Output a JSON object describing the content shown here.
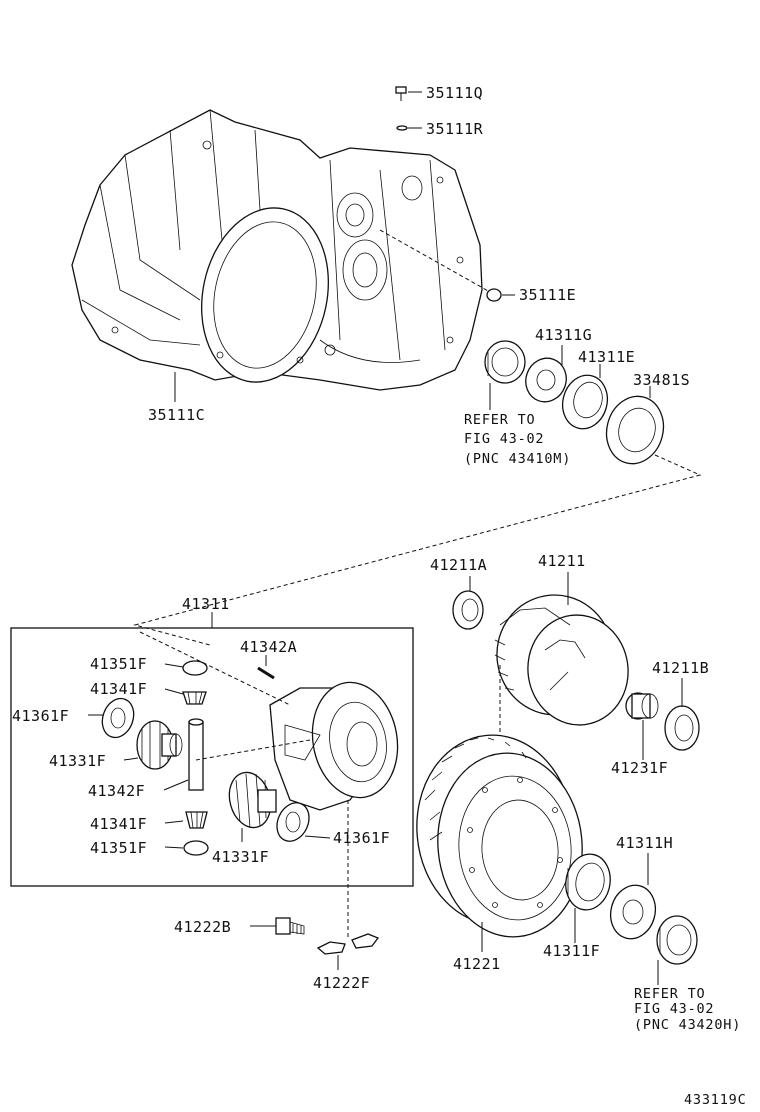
{
  "callouts": {
    "c35111Q": "35111Q",
    "c35111R": "35111R",
    "c35111E": "35111E",
    "c35111C": "35111C",
    "c41311G": "41311G",
    "c41311E": "41311E",
    "c33481S": "33481S",
    "c41211A": "41211A",
    "c41211": "41211",
    "c41311": "41311",
    "c41342A": "41342A",
    "c41211B": "41211B",
    "c41351F": "41351F",
    "c41341F": "41341F",
    "c41361F": "41361F",
    "c41331F": "41331F",
    "c41231F": "41231F",
    "c41342F": "41342F",
    "c41311H": "41311H",
    "c41222B": "41222B",
    "c41311F": "41311F",
    "c41221": "41221",
    "c41222F": "41222F"
  },
  "notes": {
    "upper": {
      "line1": "REFER TO",
      "line2": "FIG 43-02",
      "line3": "(PNC 43410M)"
    },
    "lower": {
      "line1": "REFER TO",
      "line2": "FIG 43-02",
      "line3": "(PNC 43420H)"
    }
  },
  "figure_id": "433119C"
}
